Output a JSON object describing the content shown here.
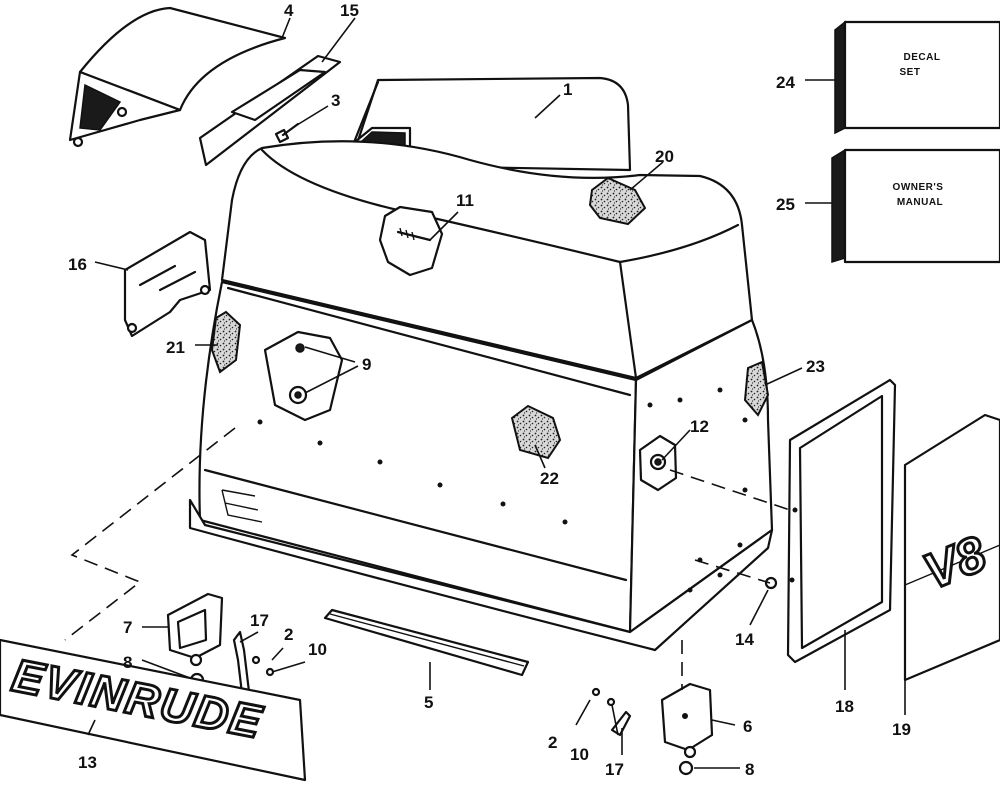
{
  "callouts": [
    {
      "id": "c1",
      "label": "1"
    },
    {
      "id": "c2a",
      "label": "2"
    },
    {
      "id": "c2b",
      "label": "2"
    },
    {
      "id": "c3",
      "label": "3"
    },
    {
      "id": "c4",
      "label": "4"
    },
    {
      "id": "c5",
      "label": "5"
    },
    {
      "id": "c6",
      "label": "6"
    },
    {
      "id": "c7",
      "label": "7"
    },
    {
      "id": "c8a",
      "label": "8"
    },
    {
      "id": "c8b",
      "label": "8"
    },
    {
      "id": "c9",
      "label": "9"
    },
    {
      "id": "c10a",
      "label": "10"
    },
    {
      "id": "c10b",
      "label": "10"
    },
    {
      "id": "c11",
      "label": "11"
    },
    {
      "id": "c12",
      "label": "12"
    },
    {
      "id": "c13",
      "label": "13"
    },
    {
      "id": "c14",
      "label": "14"
    },
    {
      "id": "c15",
      "label": "15"
    },
    {
      "id": "c16",
      "label": "16"
    },
    {
      "id": "c17a",
      "label": "17"
    },
    {
      "id": "c17b",
      "label": "17"
    },
    {
      "id": "c18",
      "label": "18"
    },
    {
      "id": "c19",
      "label": "19"
    },
    {
      "id": "c20",
      "label": "20"
    },
    {
      "id": "c21",
      "label": "21"
    },
    {
      "id": "c22",
      "label": "22"
    },
    {
      "id": "c23",
      "label": "23"
    },
    {
      "id": "c24",
      "label": "24"
    },
    {
      "id": "c25",
      "label": "25"
    }
  ],
  "boxes": {
    "decal_set": {
      "line1": "DECAL",
      "line2": "SET"
    },
    "owners_manual": {
      "line1": "OWNER'S",
      "line2": "MANUAL"
    }
  },
  "decals": {
    "brand": "EVINRUDE",
    "engine": "V8"
  }
}
